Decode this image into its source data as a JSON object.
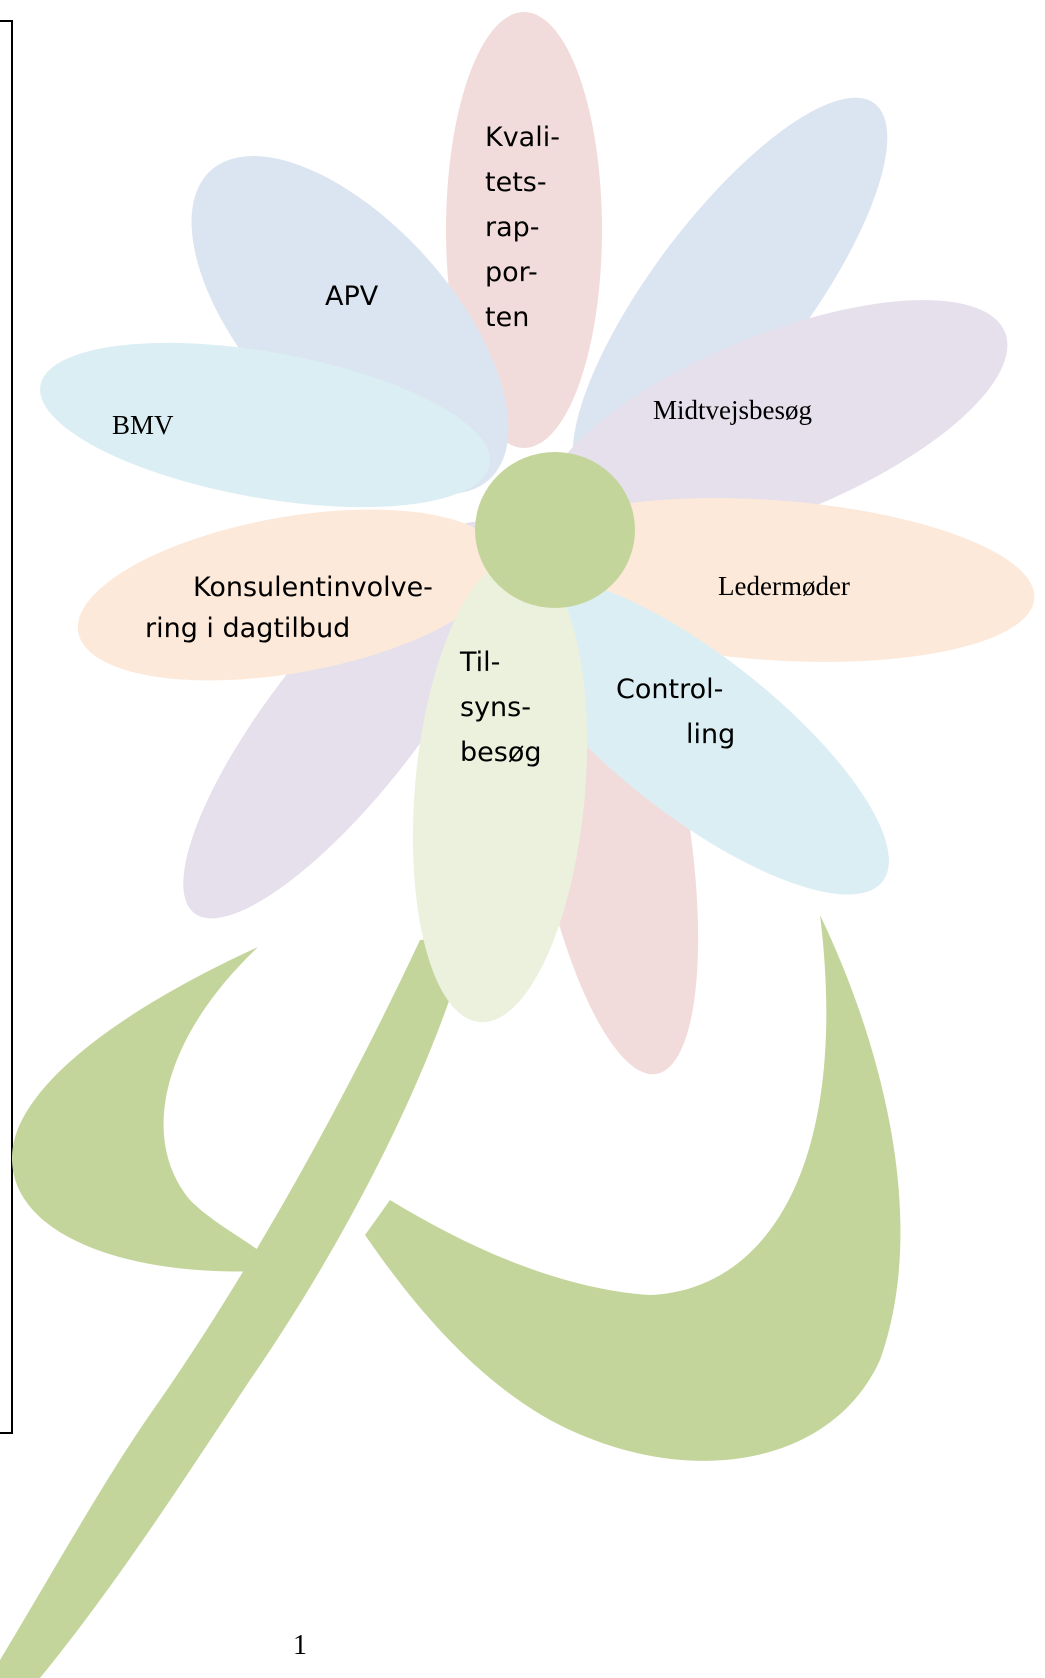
{
  "diagram": {
    "center_color": "#c4d59b",
    "stem_color": "#c4d59b",
    "petals": [
      {
        "key": "kvalitetsrapporten",
        "lines": [
          "Kvali-",
          "tets-",
          "rap-",
          "por-",
          "ten"
        ],
        "color": "#f2dcdb"
      },
      {
        "key": "apv",
        "lines": [
          "APV"
        ],
        "color": "#dbe5f1"
      },
      {
        "key": "bmv",
        "lines": [
          "BMV"
        ],
        "color": "#dbeef3"
      },
      {
        "key": "midtvejsbesog",
        "lines": [
          "Midtvejsbesøg"
        ],
        "color": "#e5e0ec"
      },
      {
        "key": "ledermoder",
        "lines": [
          "Ledermøder"
        ],
        "color": "#fde9d9"
      },
      {
        "key": "konsulentinvolvering",
        "lines": [
          "Konsulentinvolve-",
          "ring i dagtilbud"
        ],
        "color": "#fde9d9"
      },
      {
        "key": "tilsynsbesog",
        "lines": [
          "Til-",
          "syns-",
          "besøg"
        ],
        "color": "#ebf1dd"
      },
      {
        "key": "controlling",
        "lines": [
          "Control-",
          "ling"
        ],
        "color": "#dbeef3"
      }
    ],
    "decor_petal_colors": {
      "upper_right_blue": "#dbe5f1",
      "lower_left_purple": "#e5e0ec",
      "lower_right_pink": "#f2dcdb"
    }
  },
  "page": {
    "page_number": "1"
  }
}
